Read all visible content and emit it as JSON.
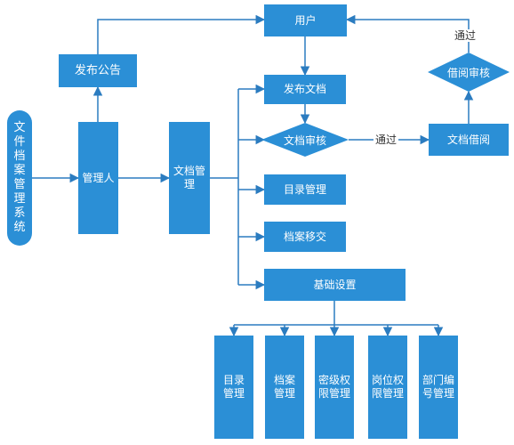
{
  "colors": {
    "fill": "#2b8fd6",
    "line": "#2b7cc0",
    "text": "#ffffff"
  },
  "nodes": {
    "system": "文件档案管理系统",
    "admin": "管理人",
    "doc_mgmt": "文档管理",
    "announce": "发布公告",
    "user": "用户",
    "publish_doc": "发布文档",
    "doc_review": "文档审核",
    "catalog_mgmt": "目录管理",
    "archive_transfer": "档案移交",
    "basic_settings": "基础设置",
    "doc_borrow": "文档借阅",
    "borrow_review": "借阅审核",
    "sub": {
      "catalog": "目录管理",
      "archive": "档案管理",
      "secret_perm": "密级权限管理",
      "post_perm": "岗位权限管理",
      "dept_code": "部门编号管理"
    }
  },
  "edge_labels": {
    "pass_1": "通过",
    "pass_2": "通过"
  }
}
